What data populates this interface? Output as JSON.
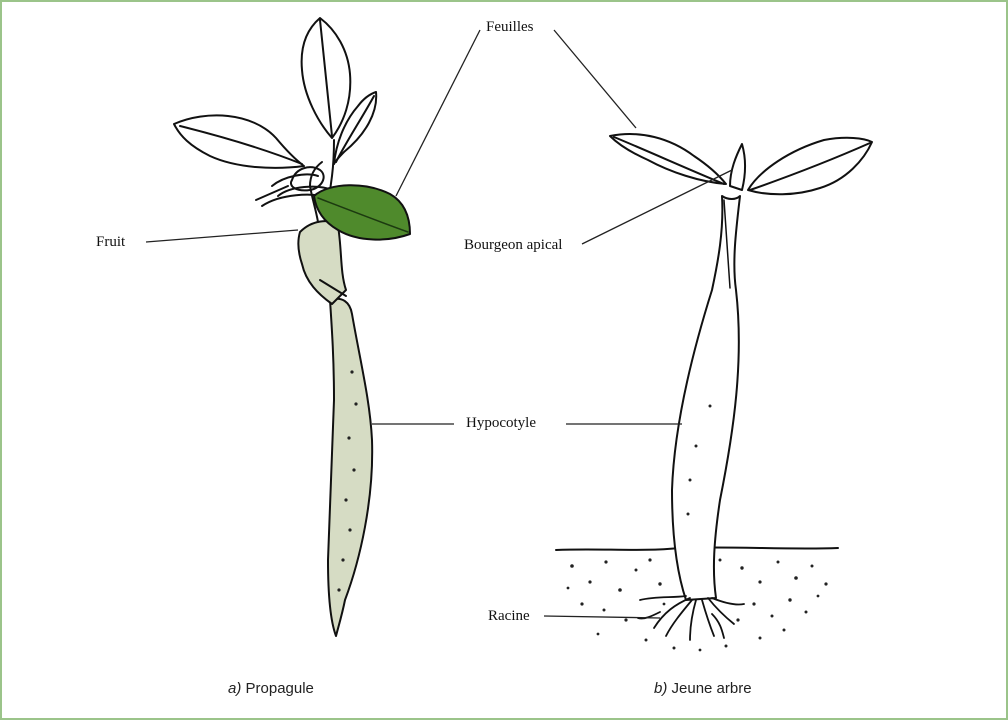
{
  "labels": {
    "feuilles": "Feuilles",
    "fruit": "Fruit",
    "bourgeon_apical": "Bourgeon apical",
    "hypocotyle": "Hypocotyle",
    "racine": "Racine"
  },
  "captions": {
    "a_letter": "a)",
    "a_text": "Propagule",
    "b_letter": "b)",
    "b_text": "Jeune arbre"
  },
  "colors": {
    "frame_border": "#9bc48a",
    "hypocotyl_fill": "#d6dcc4",
    "green_leaf": "#4f8a2c",
    "ink": "#111111"
  }
}
